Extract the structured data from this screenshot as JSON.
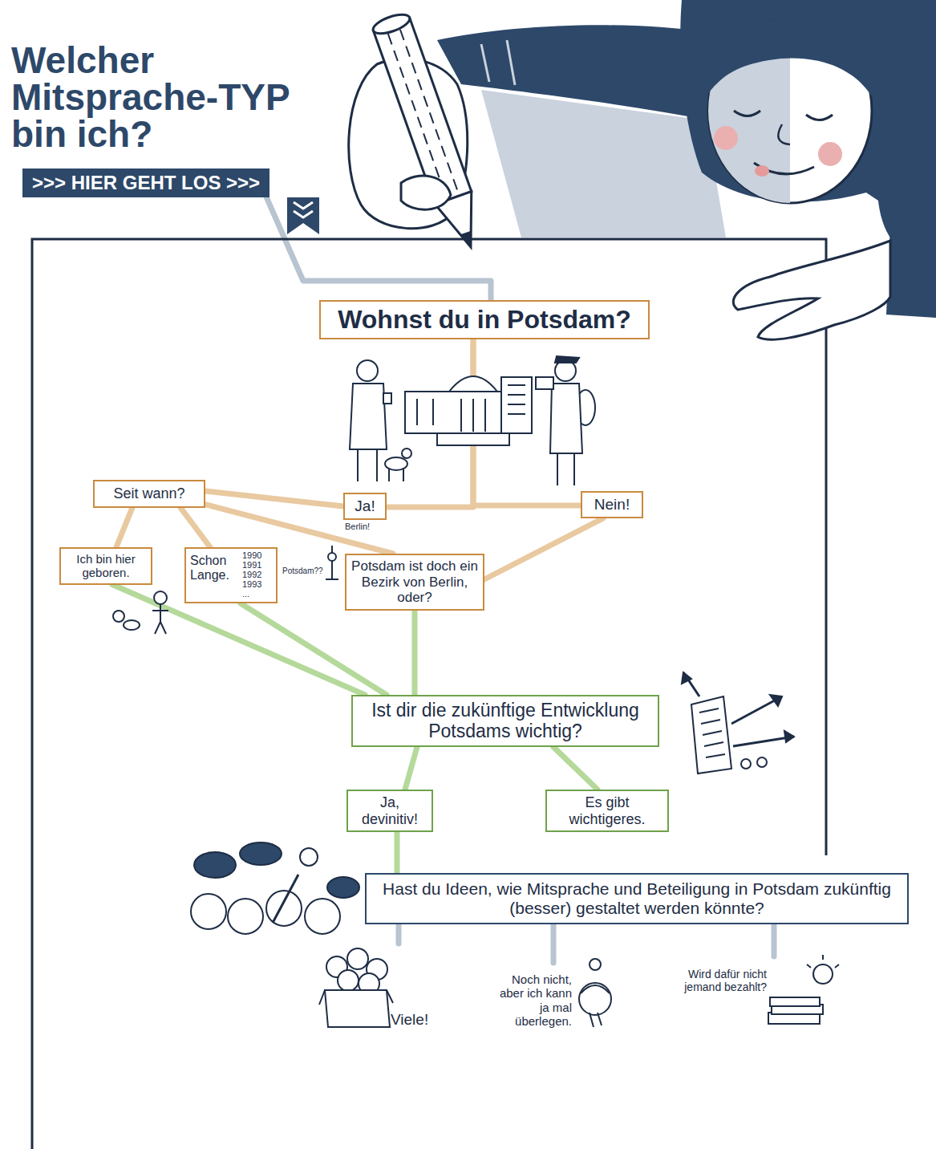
{
  "diagram": {
    "title": "Welcher Mitsprache-TYP bin ich?",
    "nodes": [
      {
        "text": [
          ">>> HIER GEHT LOS >>>"
        ]
      },
      {
        "text": [
          "Wohnst du in Potsdam?"
        ]
      },
      {
        "text": [
          "Seit wann?"
        ]
      },
      {
        "text": [
          "Ja!"
        ]
      },
      {
        "text": [
          "Nein!"
        ]
      },
      {
        "text": [
          "Ich bin hier geboren."
        ]
      },
      {
        "text": [
          "Schon Lange."
        ]
      },
      {
        "text": [
          "Potsdam ist doch ein Bezirk von Berlin, oder?"
        ]
      },
      {
        "text": [
          "Ist dir die zukünftige Entwicklung Potsdams wichtig?"
        ]
      },
      {
        "text": [
          "Ja, devinitiv!"
        ]
      },
      {
        "text": [
          "Es gibt wichtigeres."
        ]
      },
      {
        "text": [
          "Hast du Ideen, wie Mitsprache und Beteiligung in Potsdam zukünftig (besser) gestaltet werden könnte?"
        ]
      },
      {
        "text": [
          "Viele!"
        ]
      },
      {
        "text": [
          "Noch nicht, aber ich kann ja mal überlegen."
        ]
      },
      {
        "text": [
          "Wird dafür nicht jemand bezahlt?"
        ]
      }
    ],
    "edges": [
      {
        "from": 0,
        "to": 1,
        "arrow": "none"
      },
      {
        "from": 1,
        "to": 3,
        "arrow": "none"
      },
      {
        "from": 1,
        "to": 4,
        "arrow": "none"
      },
      {
        "from": 3,
        "to": 2,
        "arrow": "none"
      },
      {
        "from": 2,
        "to": 5,
        "arrow": "none"
      },
      {
        "from": 2,
        "to": 6,
        "arrow": "none"
      },
      {
        "from": 2,
        "to": 7,
        "arrow": "none"
      },
      {
        "from": 4,
        "to": 7,
        "arrow": "none"
      },
      {
        "from": 5,
        "to": 8,
        "arrow": "none"
      },
      {
        "from": 6,
        "to": 8,
        "arrow": "none"
      },
      {
        "from": 7,
        "to": 8,
        "arrow": "none"
      },
      {
        "from": 8,
        "to": 9,
        "arrow": "none"
      },
      {
        "from": 8,
        "to": 10,
        "arrow": "none"
      },
      {
        "from": 9,
        "to": 11,
        "arrow": "none"
      },
      {
        "from": 11,
        "to": 12,
        "arrow": "none"
      },
      {
        "from": 11,
        "to": 13,
        "arrow": "none"
      },
      {
        "from": 11,
        "to": 14,
        "arrow": "none"
      }
    ],
    "labels": [
      "Berlin!",
      "Potsdam??",
      "1990",
      "1991",
      "1992",
      "1993",
      "..."
    ]
  }
}
